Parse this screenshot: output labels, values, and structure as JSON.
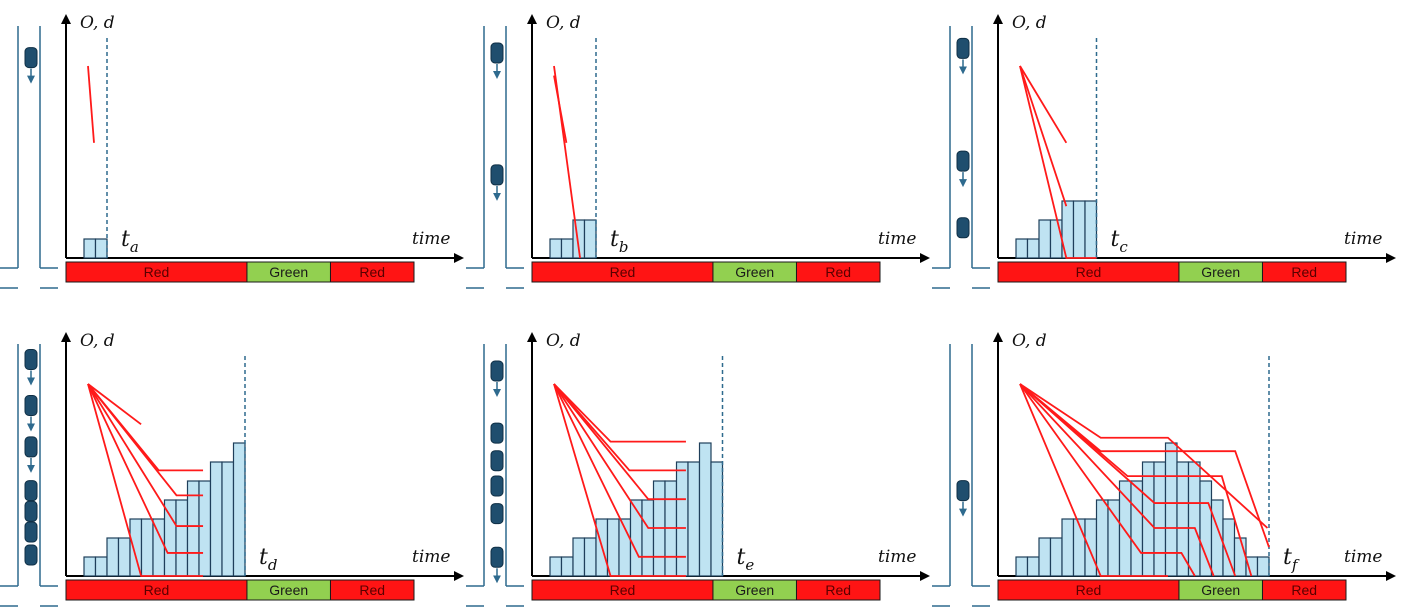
{
  "colors": {
    "red_phase": "#ff1414",
    "green_phase": "#92d050",
    "trajectory": "#ff1a1a",
    "bar_fill": "#bfe3f2",
    "bar_stroke": "#1f3f5b",
    "lane": "#2e6a8e",
    "vehicle": "#1f4e6e",
    "axis": "#000000"
  },
  "axis_labels": {
    "y": "O, d",
    "x": "time"
  },
  "signal_phases": [
    {
      "label": "Red",
      "color": "red",
      "start": 0,
      "end": 0.52
    },
    {
      "label": "Green",
      "color": "green",
      "start": 0.52,
      "end": 0.76
    },
    {
      "label": "Red",
      "color": "red",
      "start": 0.76,
      "end": 1.0
    }
  ],
  "panels": [
    {
      "id": "a",
      "time_marker": {
        "base": "t",
        "sub": "a"
      },
      "vehicles": [
        {
          "pos": 0.12,
          "arrow": true
        }
      ],
      "bars": [
        1,
        1
      ],
      "trajectories": [
        [
          [
            0.0,
            1.0
          ],
          [
            0.12,
            0.6
          ]
        ]
      ]
    },
    {
      "id": "b",
      "time_marker": {
        "base": "t",
        "sub": "b"
      },
      "vehicles": [
        {
          "pos": 0.1,
          "arrow": true
        },
        {
          "pos": 0.63,
          "arrow": true
        }
      ],
      "bars": [
        1,
        1,
        2,
        2
      ],
      "trajectories": [
        [
          [
            0.0,
            1.0
          ],
          [
            0.42,
            0.0
          ]
        ],
        [
          [
            0.0,
            0.95
          ],
          [
            0.2,
            0.6
          ]
        ]
      ]
    },
    {
      "id": "c",
      "time_marker": {
        "base": "t",
        "sub": "c"
      },
      "vehicles": [
        {
          "pos": 0.08,
          "arrow": true
        },
        {
          "pos": 0.57,
          "arrow": true
        },
        {
          "pos": 0.86,
          "arrow": false
        }
      ],
      "bars": [
        1,
        1,
        2,
        2,
        3,
        3,
        3
      ],
      "trajectories": [
        [
          [
            0.0,
            1.0
          ],
          [
            0.48,
            0.0
          ],
          [
            0.82,
            0.0
          ]
        ],
        [
          [
            0.0,
            1.0
          ],
          [
            0.48,
            0.27
          ]
        ],
        [
          [
            0.0,
            1.0
          ],
          [
            0.48,
            0.6
          ]
        ]
      ]
    },
    {
      "id": "d",
      "time_marker": {
        "base": "t",
        "sub": "d"
      },
      "vehicles": [
        {
          "pos": 0.05,
          "arrow": true
        },
        {
          "pos": 0.25,
          "arrow": true
        },
        {
          "pos": 0.43,
          "arrow": true
        },
        {
          "pos": 0.62,
          "arrow": false
        },
        {
          "pos": 0.71,
          "arrow": false
        },
        {
          "pos": 0.8,
          "arrow": false
        },
        {
          "pos": 0.9,
          "arrow": false
        }
      ],
      "bars": [
        1,
        1,
        2,
        2,
        3,
        3,
        3,
        4,
        4,
        5,
        5,
        6,
        6,
        7
      ],
      "trajectories": [
        [
          [
            0.0,
            1.0
          ],
          [
            0.3,
            0.0
          ],
          [
            0.65,
            0.0
          ]
        ],
        [
          [
            0.0,
            1.0
          ],
          [
            0.45,
            0.12
          ],
          [
            0.65,
            0.12
          ]
        ],
        [
          [
            0.0,
            1.0
          ],
          [
            0.5,
            0.26
          ],
          [
            0.65,
            0.26
          ]
        ],
        [
          [
            0.0,
            1.0
          ],
          [
            0.5,
            0.42
          ],
          [
            0.65,
            0.42
          ]
        ],
        [
          [
            0.0,
            1.0
          ],
          [
            0.4,
            0.55
          ],
          [
            0.65,
            0.55
          ]
        ],
        [
          [
            0.0,
            1.0
          ],
          [
            0.3,
            0.79
          ]
        ]
      ]
    },
    {
      "id": "e",
      "time_marker": {
        "base": "t",
        "sub": "e"
      },
      "vehicles": [
        {
          "pos": 0.1,
          "arrow": true
        },
        {
          "pos": 0.37,
          "arrow": false
        },
        {
          "pos": 0.49,
          "arrow": false
        },
        {
          "pos": 0.6,
          "arrow": false
        },
        {
          "pos": 0.72,
          "arrow": false
        },
        {
          "pos": 0.91,
          "arrow": true
        }
      ],
      "bars": [
        1,
        1,
        2,
        2,
        3,
        3,
        3,
        4,
        4,
        5,
        5,
        6,
        6,
        7,
        6
      ],
      "trajectories": [
        [
          [
            0.0,
            1.0
          ],
          [
            0.3,
            0.0
          ],
          [
            0.7,
            0.0
          ]
        ],
        [
          [
            0.0,
            1.0
          ],
          [
            0.45,
            0.1
          ],
          [
            0.7,
            0.1
          ]
        ],
        [
          [
            0.0,
            1.0
          ],
          [
            0.5,
            0.25
          ],
          [
            0.7,
            0.25
          ]
        ],
        [
          [
            0.0,
            1.0
          ],
          [
            0.5,
            0.4
          ],
          [
            0.7,
            0.4
          ]
        ],
        [
          [
            0.0,
            1.0
          ],
          [
            0.4,
            0.55
          ],
          [
            0.7,
            0.55
          ]
        ],
        [
          [
            0.0,
            1.0
          ],
          [
            0.3,
            0.7
          ],
          [
            0.7,
            0.7
          ]
        ]
      ]
    },
    {
      "id": "f",
      "time_marker": {
        "base": "t",
        "sub": "f"
      },
      "vehicles": [
        {
          "pos": 0.62,
          "arrow": true
        }
      ],
      "bars": [
        1,
        1,
        2,
        2,
        3,
        3,
        3,
        4,
        4,
        5,
        5,
        6,
        6,
        7,
        6,
        6,
        5,
        4,
        3,
        2,
        1,
        1
      ],
      "trajectories": [
        [
          [
            0.0,
            1.0
          ],
          [
            0.3,
            0.0
          ],
          [
            0.55,
            0.0
          ]
        ],
        [
          [
            0.0,
            1.0
          ],
          [
            0.45,
            0.12
          ],
          [
            0.6,
            0.12
          ],
          [
            0.65,
            0.0
          ]
        ],
        [
          [
            0.0,
            1.0
          ],
          [
            0.5,
            0.25
          ],
          [
            0.65,
            0.25
          ],
          [
            0.72,
            0.0
          ]
        ],
        [
          [
            0.0,
            1.0
          ],
          [
            0.5,
            0.38
          ],
          [
            0.7,
            0.38
          ],
          [
            0.8,
            0.0
          ]
        ],
        [
          [
            0.0,
            1.0
          ],
          [
            0.4,
            0.52
          ],
          [
            0.75,
            0.52
          ],
          [
            0.86,
            0.0
          ]
        ],
        [
          [
            0.0,
            1.0
          ],
          [
            0.3,
            0.65
          ],
          [
            0.8,
            0.65
          ],
          [
            0.94,
            0.15
          ]
        ],
        [
          [
            0.0,
            1.0
          ],
          [
            0.3,
            0.72
          ],
          [
            0.55,
            0.72
          ],
          [
            0.92,
            0.25
          ]
        ]
      ]
    }
  ]
}
